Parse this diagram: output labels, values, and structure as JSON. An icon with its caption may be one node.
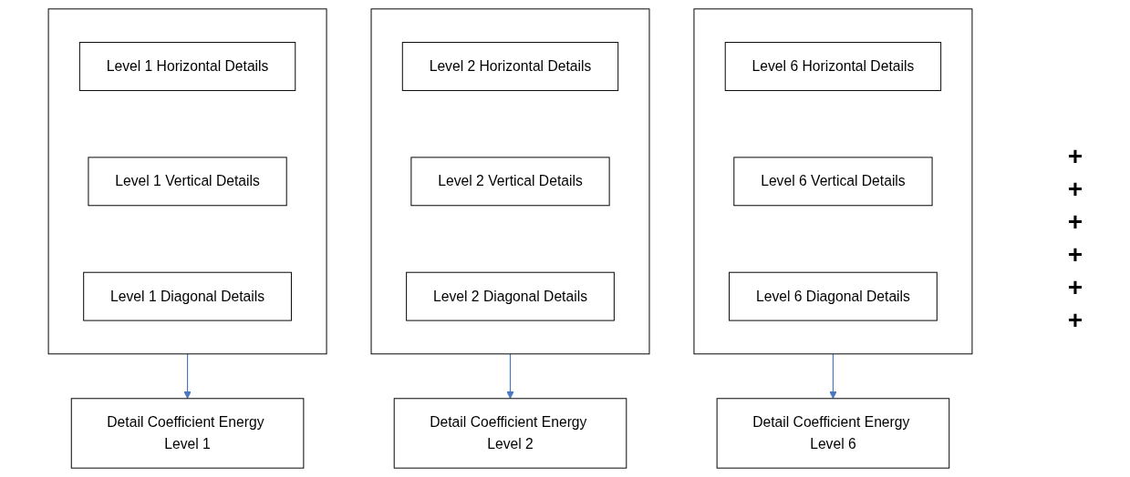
{
  "diagram": {
    "nodes": [
      {
        "text": [],
        "shape": "box"
      },
      {
        "text": [
          "Level 1 Horizontal Details"
        ],
        "in": 0
      },
      {
        "text": [
          "Level 1 Vertical Details"
        ],
        "in": 0
      },
      {
        "text": [
          "Level 1 Diagonal Details"
        ],
        "in": 0
      },
      {
        "text": [],
        "shape": "box"
      },
      {
        "text": [
          "Level 2 Horizontal Details"
        ],
        "in": 4
      },
      {
        "text": [
          "Level 2 Vertical Details"
        ],
        "in": 4
      },
      {
        "text": [
          "Level 2 Diagonal Details"
        ],
        "in": 4
      },
      {
        "text": [],
        "shape": "box"
      },
      {
        "text": [
          "Level 6 Horizontal Details"
        ],
        "in": 8
      },
      {
        "text": [
          "Level 6 Vertical Details"
        ],
        "in": 8
      },
      {
        "text": [
          "Level 6 Diagonal Details"
        ],
        "in": 8
      },
      {
        "text": [
          "Detail Coefficient Energy Level 1"
        ]
      },
      {
        "text": [
          "Detail Coefficient Energy Level 2"
        ]
      },
      {
        "text": [
          "Detail Coefficient Energy Level 6"
        ]
      }
    ],
    "edges": [
      {
        "from": 0,
        "to": 12,
        "arrow": "to"
      },
      {
        "from": 4,
        "to": 13,
        "arrow": "to"
      },
      {
        "from": 8,
        "to": 14,
        "arrow": "to"
      }
    ],
    "labels": [
      "+",
      "+",
      "+",
      "+",
      "+",
      "+"
    ]
  }
}
